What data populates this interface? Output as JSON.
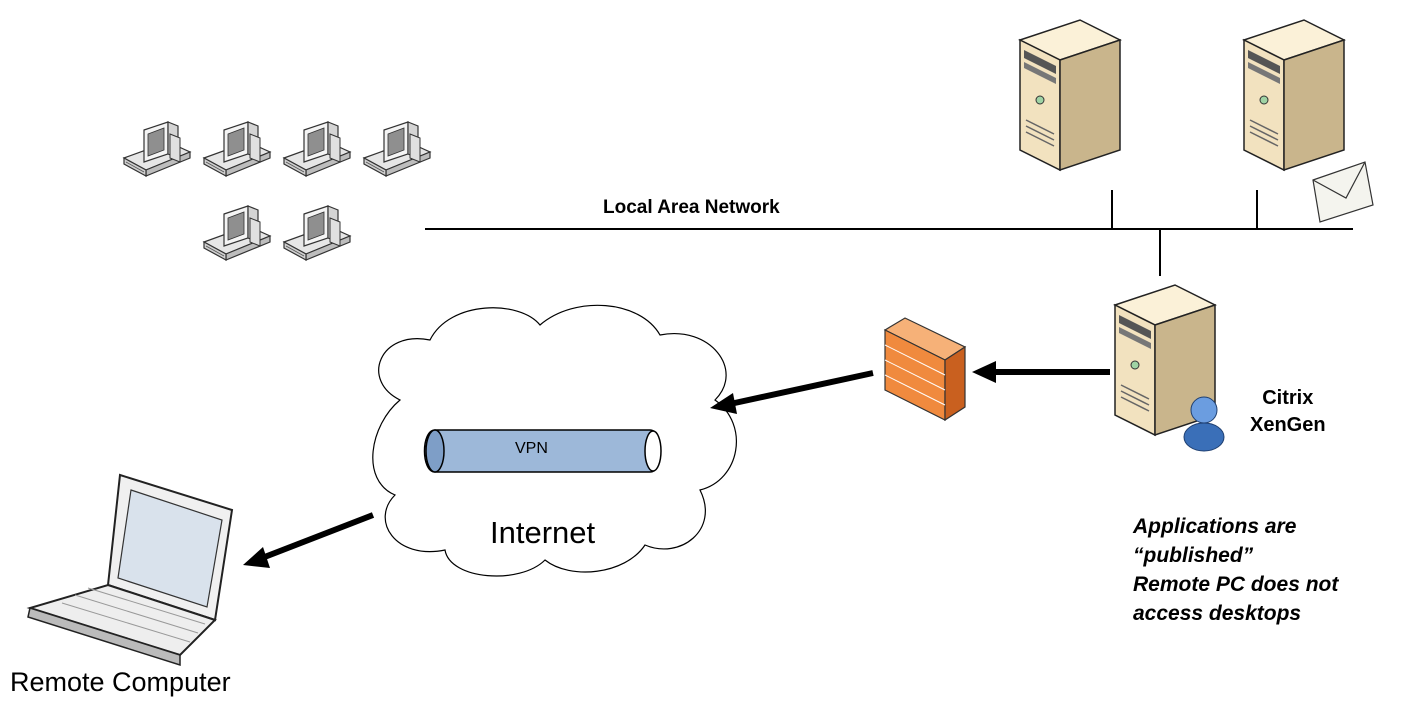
{
  "diagram": {
    "lan_label": "Local Area Network",
    "internet_label": "Internet",
    "vpn_label": "VPN",
    "citrix_label_line1": "Citrix",
    "citrix_label_line2": "XenGen",
    "remote_label": "Remote Computer",
    "notes": [
      "Applications are",
      "“published”",
      "Remote PC does not",
      "access desktops"
    ]
  },
  "colors": {
    "server_body": "#f2e2bf",
    "server_shadow": "#c9b58c",
    "pc_body": "#eeeeee",
    "firewall": "#f08a3e",
    "vpn_tube": "#9db8d9",
    "user_icon": "#3a6fb8"
  }
}
